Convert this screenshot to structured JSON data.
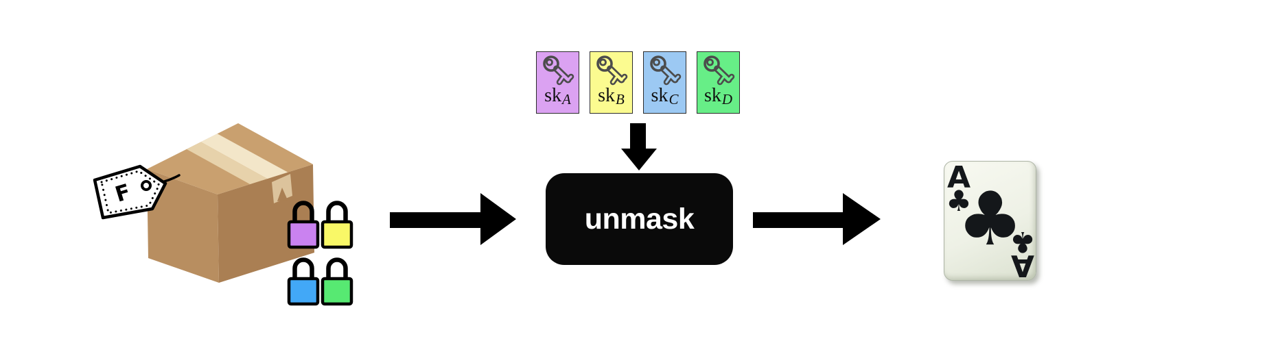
{
  "figure": {
    "package": {
      "tag_label": "F",
      "locks": [
        {
          "name": "lock-purple",
          "color": "#ca82f0"
        },
        {
          "name": "lock-yellow",
          "color": "#f9f867"
        },
        {
          "name": "lock-blue",
          "color": "#42a8f7"
        },
        {
          "name": "lock-green",
          "color": "#57e972"
        }
      ],
      "box_colors": {
        "top": "#c9a06f",
        "front": "#b88e60",
        "side": "#aa7f53",
        "tape": "#e7d2ab",
        "tape_highlight": "#f3e6c9",
        "flap": "#dcc39c"
      }
    },
    "keys": [
      {
        "base": "sk",
        "sub": "A",
        "color": "#dba2f2"
      },
      {
        "base": "sk",
        "sub": "B",
        "color": "#fbfb90"
      },
      {
        "base": "sk",
        "sub": "C",
        "color": "#9cc9f3"
      },
      {
        "base": "sk",
        "sub": "D",
        "color": "#67ee87"
      }
    ],
    "process": {
      "label": "unmask",
      "bg": "#0a0a0a",
      "text_color": "#ffffff"
    },
    "arrows": {
      "color": "#000000"
    },
    "output_card": {
      "rank": "A",
      "suit": "♣",
      "suit_name": "clubs"
    }
  }
}
